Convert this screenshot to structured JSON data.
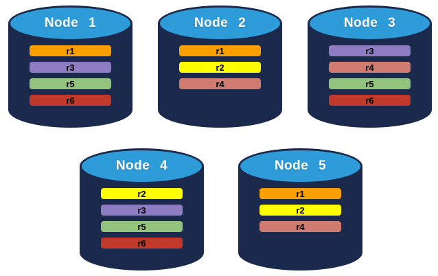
{
  "colors": {
    "background": "#FFFFFF",
    "cylinder_body": "#1B2A4C",
    "cylinder_top": "#2E9CD9",
    "node_label_text": "#FFFFFF",
    "replica_label_text": "#000000"
  },
  "nodes": [
    {
      "name": "Node 1",
      "replicas": [
        {
          "label": "r1",
          "color": "#F9A000"
        },
        {
          "label": "r3",
          "color": "#8E7CC3"
        },
        {
          "label": "r5",
          "color": "#93C47D"
        },
        {
          "label": "r6",
          "color": "#C0392B"
        }
      ]
    },
    {
      "name": "Node 2",
      "replicas": [
        {
          "label": "r1",
          "color": "#F9A000"
        },
        {
          "label": "r2",
          "color": "#FFFF00"
        },
        {
          "label": "r4",
          "color": "#CF7B70"
        }
      ]
    },
    {
      "name": "Node 3",
      "replicas": [
        {
          "label": "r3",
          "color": "#8E7CC3"
        },
        {
          "label": "r4",
          "color": "#CF7B70"
        },
        {
          "label": "r5",
          "color": "#93C47D"
        },
        {
          "label": "r6",
          "color": "#C0392B"
        }
      ]
    },
    {
      "name": "Node 4",
      "replicas": [
        {
          "label": "r2",
          "color": "#FFFF00"
        },
        {
          "label": "r3",
          "color": "#8E7CC3"
        },
        {
          "label": "r5",
          "color": "#93C47D"
        },
        {
          "label": "r6",
          "color": "#C0392B"
        }
      ]
    },
    {
      "name": "Node 5",
      "replicas": [
        {
          "label": "r1",
          "color": "#F9A000"
        },
        {
          "label": "r2",
          "color": "#FFFF00"
        },
        {
          "label": "r4",
          "color": "#CF7B70"
        }
      ]
    }
  ]
}
